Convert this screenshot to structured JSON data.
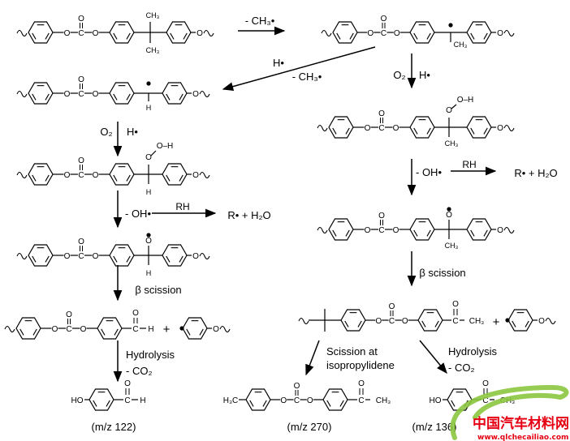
{
  "atoms": {
    "O": "O",
    "C": "C",
    "H": "H",
    "CH3": "CH₃",
    "HO": "HO",
    "H3C": "H₃C",
    "OH": "O–H",
    "radical": "•",
    "plus": "+"
  },
  "reagents": {
    "minus_ch3": "- CH₃•",
    "h_radical": "H•",
    "o2": "O₂",
    "minus_oh": "- OH•",
    "rh": "RH",
    "r_h2o": "R• + H₂O",
    "beta_scission": "β scission",
    "hydrolysis": "Hydrolysis",
    "minus_co2": "- CO₂",
    "scission_at": "Scission at",
    "isopropylidene": "isopropylidene"
  },
  "products": {
    "mz_122": "(m/z 122)",
    "mz_270": "(m/z 270)",
    "mz_136": "(m/z 136)"
  },
  "watermark": {
    "title": "中国汽车材料网",
    "url": "www.qlchecailiao.com",
    "color": "#8cc63f",
    "text_color": "#e60012"
  }
}
